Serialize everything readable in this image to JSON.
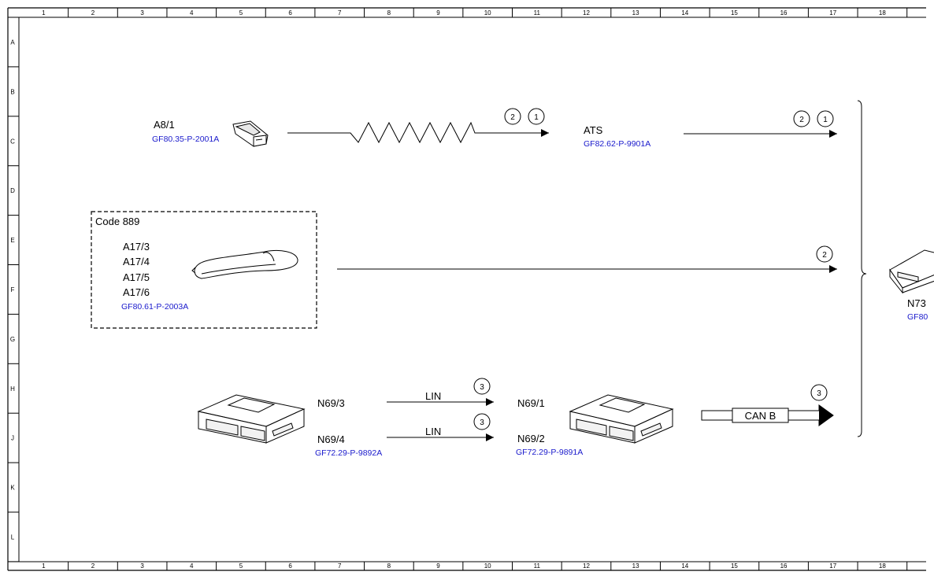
{
  "frame": {
    "columns": [
      "1",
      "2",
      "3",
      "4",
      "5",
      "6",
      "7",
      "8",
      "9",
      "10",
      "11",
      "12",
      "13",
      "14",
      "15",
      "16",
      "17",
      "18"
    ],
    "rows": [
      "A",
      "B",
      "C",
      "D",
      "E",
      "F",
      "G",
      "H",
      "J",
      "K",
      "L"
    ]
  },
  "components": {
    "a8_1": {
      "label": "A8/1",
      "ref": "GF80.35-P-2001A"
    },
    "ats": {
      "label": "ATS",
      "ref": "GF82.62-P-9901A"
    },
    "code_box": {
      "title": "Code 889",
      "labels": [
        "A17/3",
        "A17/4",
        "A17/5",
        "A17/6"
      ],
      "ref": "GF80.61-P-2003A"
    },
    "n69_left": {
      "label_top": "N69/3",
      "label_bottom": "N69/4",
      "ref": "GF72.29-P-9892A"
    },
    "n69_right": {
      "label_top": "N69/1",
      "label_bottom": "N69/2",
      "ref": "GF72.29-P-9891A"
    },
    "n73": {
      "label": "N73",
      "ref": "GF80"
    }
  },
  "connections": {
    "lin_top": "LIN",
    "lin_bottom": "LIN",
    "can_b": "CAN B"
  },
  "markers": {
    "row1_left": [
      "2",
      "1"
    ],
    "row1_right": [
      "2",
      "1"
    ],
    "row2": [
      "2"
    ],
    "lin_top": [
      "3"
    ],
    "lin_bottom": [
      "3"
    ],
    "can": [
      "3"
    ]
  },
  "colors": {
    "ref_link": "#1a1acc",
    "line": "#000000"
  }
}
